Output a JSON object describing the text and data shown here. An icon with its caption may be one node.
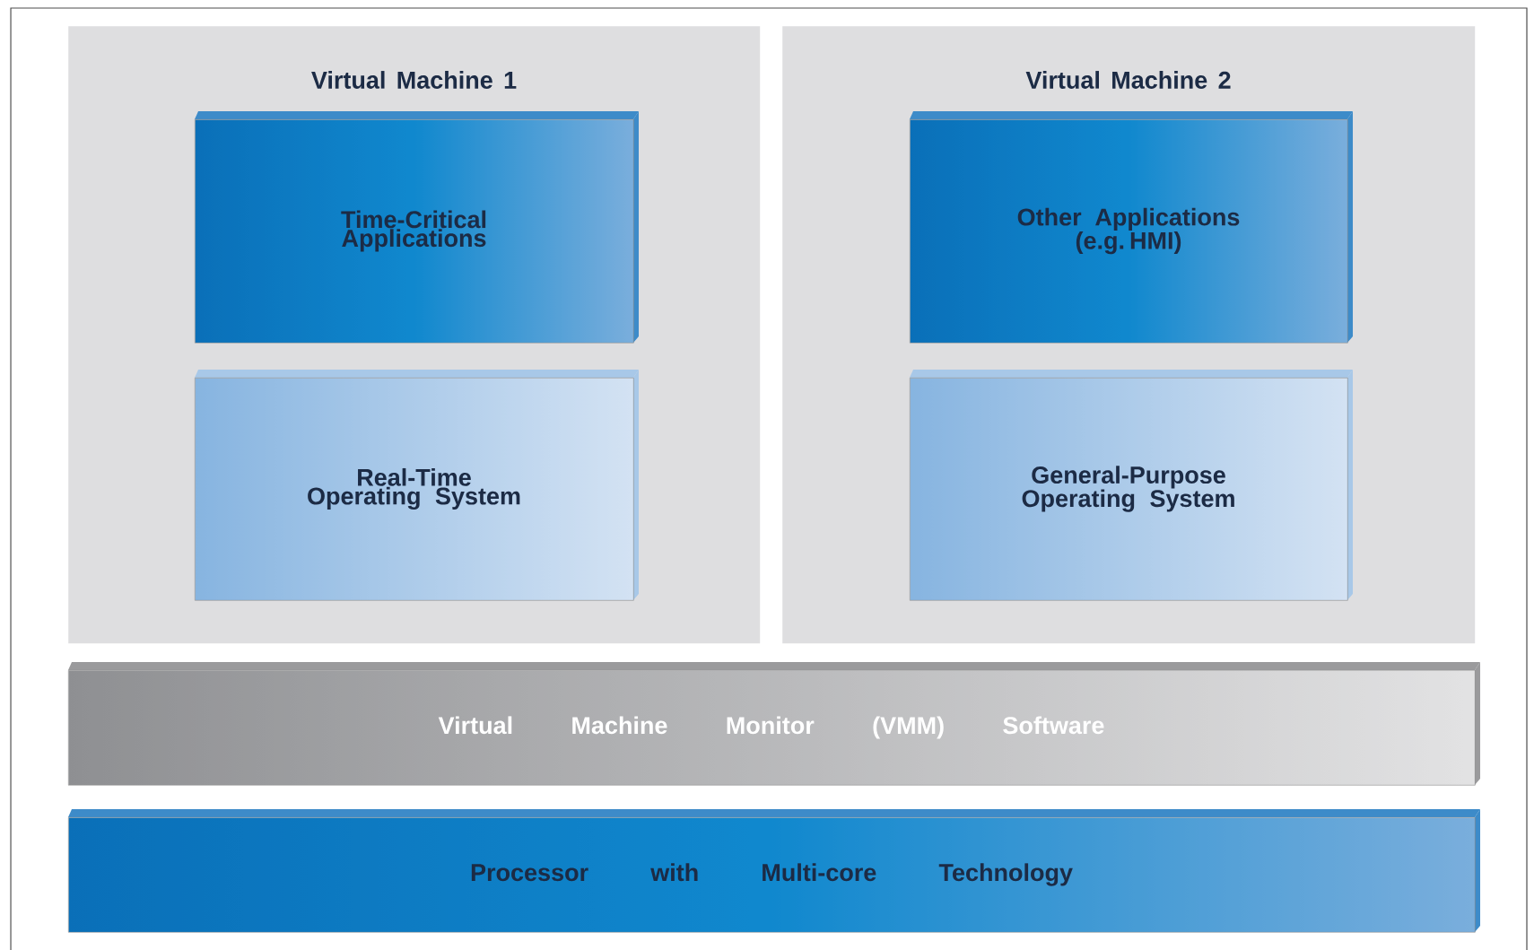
{
  "diagram": {
    "nodes": [
      {
        "text": [
          "Virtual Machine 1"
        ]
      },
      {
        "text": [
          "Time-Critical Applications"
        ],
        "in": 0
      },
      {
        "text": [
          "Real-Time Operating System"
        ],
        "in": 0
      },
      {
        "text": [
          "Virtual Machine 2"
        ]
      },
      {
        "text": [
          "Other Applications (e.g. HMI)"
        ],
        "in": 3
      },
      {
        "text": [
          "General-Purpose Operating System"
        ],
        "in": 3
      },
      {
        "text": [
          "Virtual Machine Monitor (VMM) Software"
        ]
      },
      {
        "text": [
          "Processor with Multi-core Technology"
        ]
      }
    ],
    "edges": []
  }
}
